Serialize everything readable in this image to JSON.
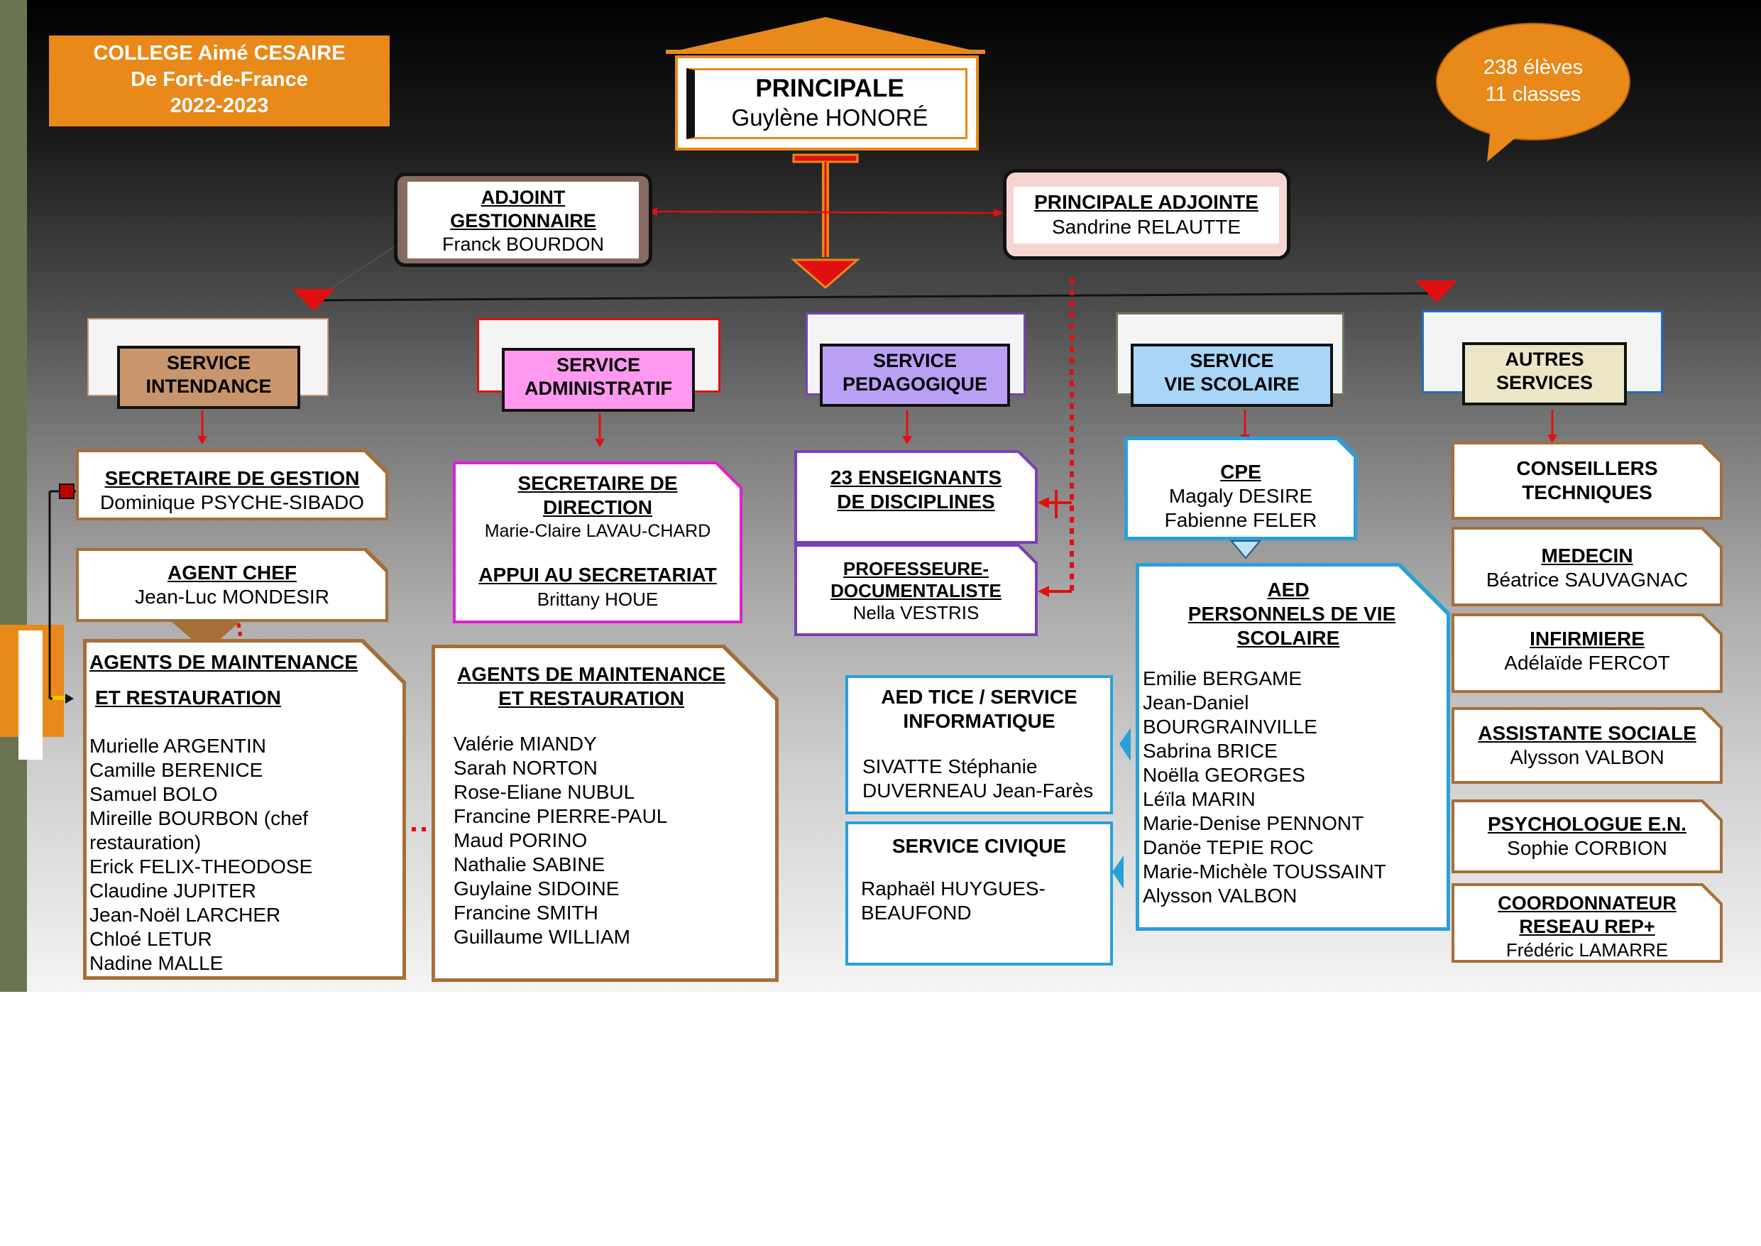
{
  "school": {
    "name": "COLLEGE Aimé CESAIRE",
    "city": "De Fort-de-France",
    "year": "2022-2023"
  },
  "stats": {
    "students": "238 élèves",
    "classes": "11 classes"
  },
  "principal": {
    "title": "PRINCIPALE",
    "name": "Guylène HONORÉ"
  },
  "adjoint_gestionnaire": {
    "title_line1": "ADJOINT",
    "title_line2": "GESTIONNAIRE",
    "name": "Franck BOURDON"
  },
  "principale_adjointe": {
    "title": "PRINCIPALE ADJOINTE",
    "name": "Sandrine RELAUTTE"
  },
  "services": [
    {
      "line1": "SERVICE",
      "line2": "INTENDANCE"
    },
    {
      "line1": "SERVICE",
      "line2": "ADMINISTRATIF"
    },
    {
      "line1": "SERVICE",
      "line2": "PEDAGOGIQUE"
    },
    {
      "line1": "SERVICE",
      "line2": "VIE SCOLAIRE"
    },
    {
      "line1": "AUTRES",
      "line2": "SERVICES"
    }
  ],
  "intendance": {
    "secretaire": {
      "title": "SECRETAIRE DE GESTION",
      "name": "Dominique PSYCHE-SIBADO"
    },
    "agent_chef": {
      "title": "AGENT CHEF",
      "name": "Jean-Luc MONDESIR"
    },
    "agents": {
      "title_line1": "AGENTS DE MAINTENANCE",
      "title_line2": "ET RESTAURATION",
      "members": [
        "Murielle ARGENTIN",
        "Camille BERENICE",
        "Samuel BOLO",
        "Mireille BOURBON (chef",
        "restauration)",
        "Erick FELIX-THEODOSE",
        "Claudine JUPITER",
        "Jean-Noël LARCHER",
        "Chloé LETUR",
        "Nadine MALLE"
      ]
    }
  },
  "administratif": {
    "secretaire": {
      "title_line1": "SECRETAIRE DE",
      "title_line2": "DIRECTION",
      "name": "Marie-Claire LAVAU-CHARD"
    },
    "appui": {
      "title": "APPUI AU SECRETARIAT",
      "name": "Brittany HOUE"
    },
    "agents": {
      "title_line1": "AGENTS DE MAINTENANCE",
      "title_line2": "ET RESTAURATION",
      "members": [
        "Valérie MIANDY",
        "Sarah NORTON",
        "Rose-Eliane NUBUL",
        "Francine PIERRE-PAUL",
        "Maud PORINO",
        "Nathalie SABINE",
        "Guylaine SIDOINE",
        "Francine SMITH",
        "Guillaume WILLIAM"
      ]
    }
  },
  "pedagogique": {
    "enseignants": {
      "line1": "23 ENSEIGNANTS",
      "line2": "DE DISCIPLINES"
    },
    "documentaliste": {
      "title_line1": "PROFESSEURE-",
      "title_line2": "DOCUMENTALISTE",
      "name": "Nella VESTRIS"
    }
  },
  "vie_scolaire": {
    "cpe": {
      "title": "CPE",
      "names": [
        "Magaly DESIRE",
        "Fabienne FELER"
      ]
    },
    "aed": {
      "title_line1": "AED",
      "title_line2": "PERSONNELS DE VIE",
      "title_line3": "SCOLAIRE",
      "members": [
        "Emilie BERGAME",
        "Jean-Daniel",
        "BOURGRAINVILLE",
        "Sabrina BRICE",
        "Noëlla GEORGES",
        "Léïla MARIN",
        "Marie-Denise PENNONT",
        "Danöe TEPIE ROC",
        "Marie-Michèle TOUSSAINT",
        "Alysson VALBON"
      ]
    },
    "aed_tice": {
      "title_line1": "AED TICE / SERVICE",
      "title_line2": "INFORMATIQUE",
      "names": [
        "SIVATTE Stéphanie",
        "DUVERNEAU Jean-Farès"
      ]
    },
    "service_civique": {
      "title": "SERVICE CIVIQUE",
      "names": [
        "Raphaël HUYGUES-",
        "BEAUFOND"
      ]
    }
  },
  "autres": {
    "conseillers": {
      "line1": "CONSEILLERS",
      "line2": "TECHNIQUES"
    },
    "medecin": {
      "title": "MEDECIN",
      "name": "Béatrice SAUVAGNAC"
    },
    "infirmiere": {
      "title": "INFIRMIERE",
      "name": "Adélaïde FERCOT"
    },
    "assistante": {
      "title": "ASSISTANTE SOCIALE",
      "name": "Alysson VALBON"
    },
    "psychologue": {
      "title": "PSYCHOLOGUE E.N.",
      "name": "Sophie CORBION"
    },
    "coordonnateur": {
      "title_line1": "COORDONNATEUR",
      "title_line2": "RESEAU REP+",
      "name": "Frédéric LAMARRE"
    }
  },
  "colors": {
    "orange": "#e8891a",
    "intendance": "#c8956c",
    "administratif": "#ff99f0",
    "pedagogique": "#b9a0f5",
    "vie_scolaire": "#a9d5f7",
    "autres": "#ece6c6",
    "connector_red": "#e01010"
  }
}
